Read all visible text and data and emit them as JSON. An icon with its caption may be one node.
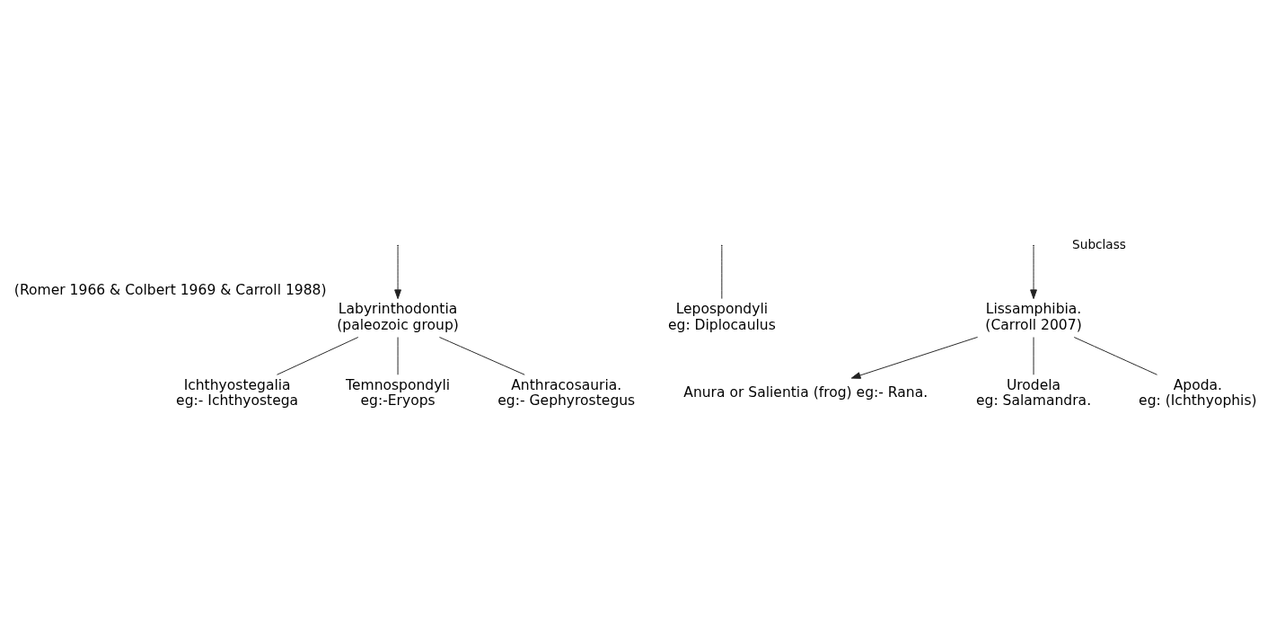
{
  "diagram": {
    "nodes": [
      {
        "text": [
          "Labyrinthodontia",
          "(paleozoic group)"
        ],
        "beside": [
          "(Romer 1966 & Colbert 1969 & Carroll 1988)"
        ]
      },
      {
        "text": [
          "Lepospondyli",
          "eg: Diplocaulus"
        ]
      },
      {
        "text": [
          "Lissamphibia.",
          "(Carroll 2007)"
        ]
      },
      {
        "text": [
          "Anura or Salientia (frog) eg:- Rana."
        ]
      },
      {
        "text": [
          "Urodela",
          "eg: Salamandra."
        ]
      },
      {
        "text": [
          "Apoda.",
          "eg: (Ichthyophis)"
        ]
      },
      {
        "text": [
          "Ichthyostegalia",
          "eg:- Ichthyostega"
        ]
      },
      {
        "text": [
          "Temnospondyli",
          "eg:-Eryops"
        ]
      },
      {
        "text": [
          "Anthracosauria.",
          "eg:- Gephyrostegus"
        ]
      }
    ],
    "edges": [
      {
        "from": null,
        "to": 0,
        "arrow": "to"
      },
      {
        "from": null,
        "to": 1,
        "arrow": "none"
      },
      {
        "from": null,
        "to": 2,
        "arrow": "to"
      },
      {
        "from": 2,
        "to": 3,
        "arrow": "to"
      },
      {
        "from": 2,
        "to": 4,
        "arrow": "none"
      },
      {
        "from": 2,
        "to": 5,
        "arrow": "none"
      },
      {
        "from": 0,
        "to": 6,
        "arrow": "none"
      },
      {
        "from": 0,
        "to": 7,
        "arrow": "none"
      },
      {
        "from": 0,
        "to": 8,
        "arrow": "none"
      }
    ],
    "labels": [
      "Subclass"
    ]
  }
}
